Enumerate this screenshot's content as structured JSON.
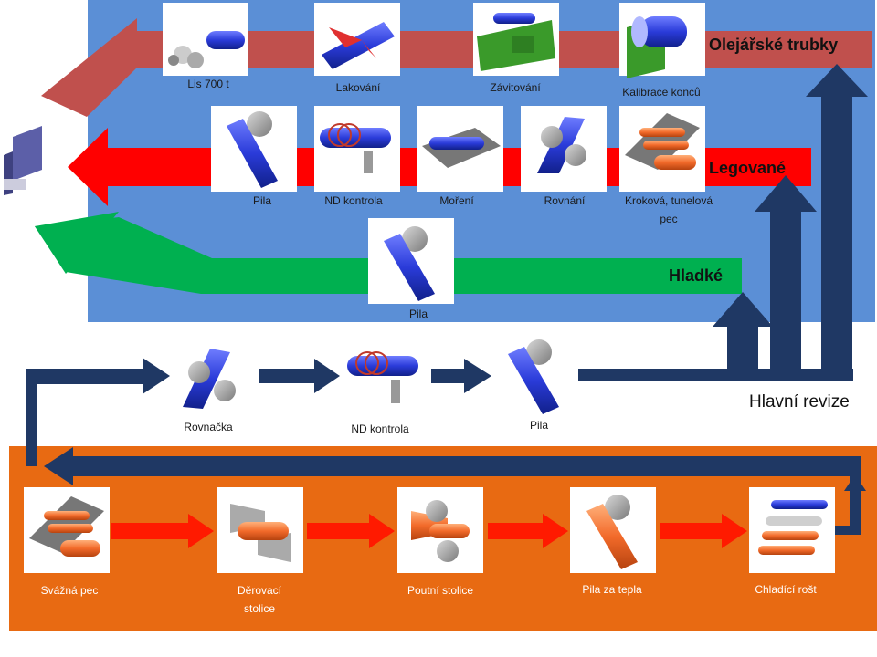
{
  "lines": {
    "oiler": "Olejářské trubky",
    "alloy": "Legované",
    "smooth": "Hladké"
  },
  "main_revision": "Hlavní revize",
  "oiler_steps": [
    "Lis 700 t",
    "Lakování",
    "Závitování",
    "Kalibrace konců"
  ],
  "alloy_steps": [
    "Pila",
    "ND kontrola",
    "Moření",
    "Rovnání",
    "Kroková, tunelová",
    "pec"
  ],
  "smooth_steps": [
    "Pila"
  ],
  "middle_steps": [
    "Rovnačka",
    "ND kontrola",
    "Pila"
  ],
  "hot_steps": [
    "Svážná pec",
    "Děrovací",
    "stolice",
    "Poutní stolice",
    "Pila za tepla",
    "Chladící rošt"
  ],
  "colors": {
    "upper_panel": "#5b8fd6",
    "hot_panel": "#e86a12",
    "oiler_arrow": "#c0504d",
    "alloy_arrow": "#ff0000",
    "smooth_arrow": "#00b050",
    "flow_arrow": "#1f3864",
    "hot_arrow": "#ff1a00"
  }
}
